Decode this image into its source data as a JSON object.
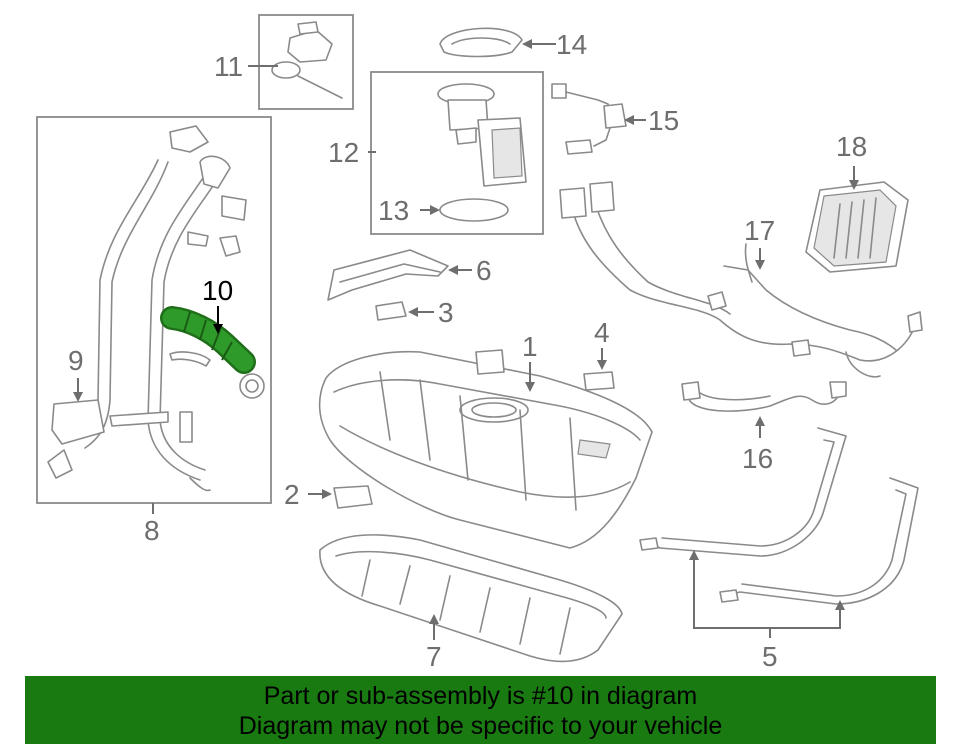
{
  "callouts": {
    "c1": "1",
    "c2": "2",
    "c3": "3",
    "c4": "4",
    "c5": "5",
    "c6": "6",
    "c7": "7",
    "c8": "8",
    "c9": "9",
    "c10": "10",
    "c11": "11",
    "c12": "12",
    "c13": "13",
    "c14": "14",
    "c15": "15",
    "c16": "16",
    "c17": "17",
    "c18": "18"
  },
  "highlight": {
    "part": "10",
    "color": "#2e9a2a"
  },
  "banner": {
    "line1": "Part or sub-assembly is #10 in diagram",
    "line2": "Diagram may not be specific to your vehicle",
    "background": "#1a7a12"
  }
}
